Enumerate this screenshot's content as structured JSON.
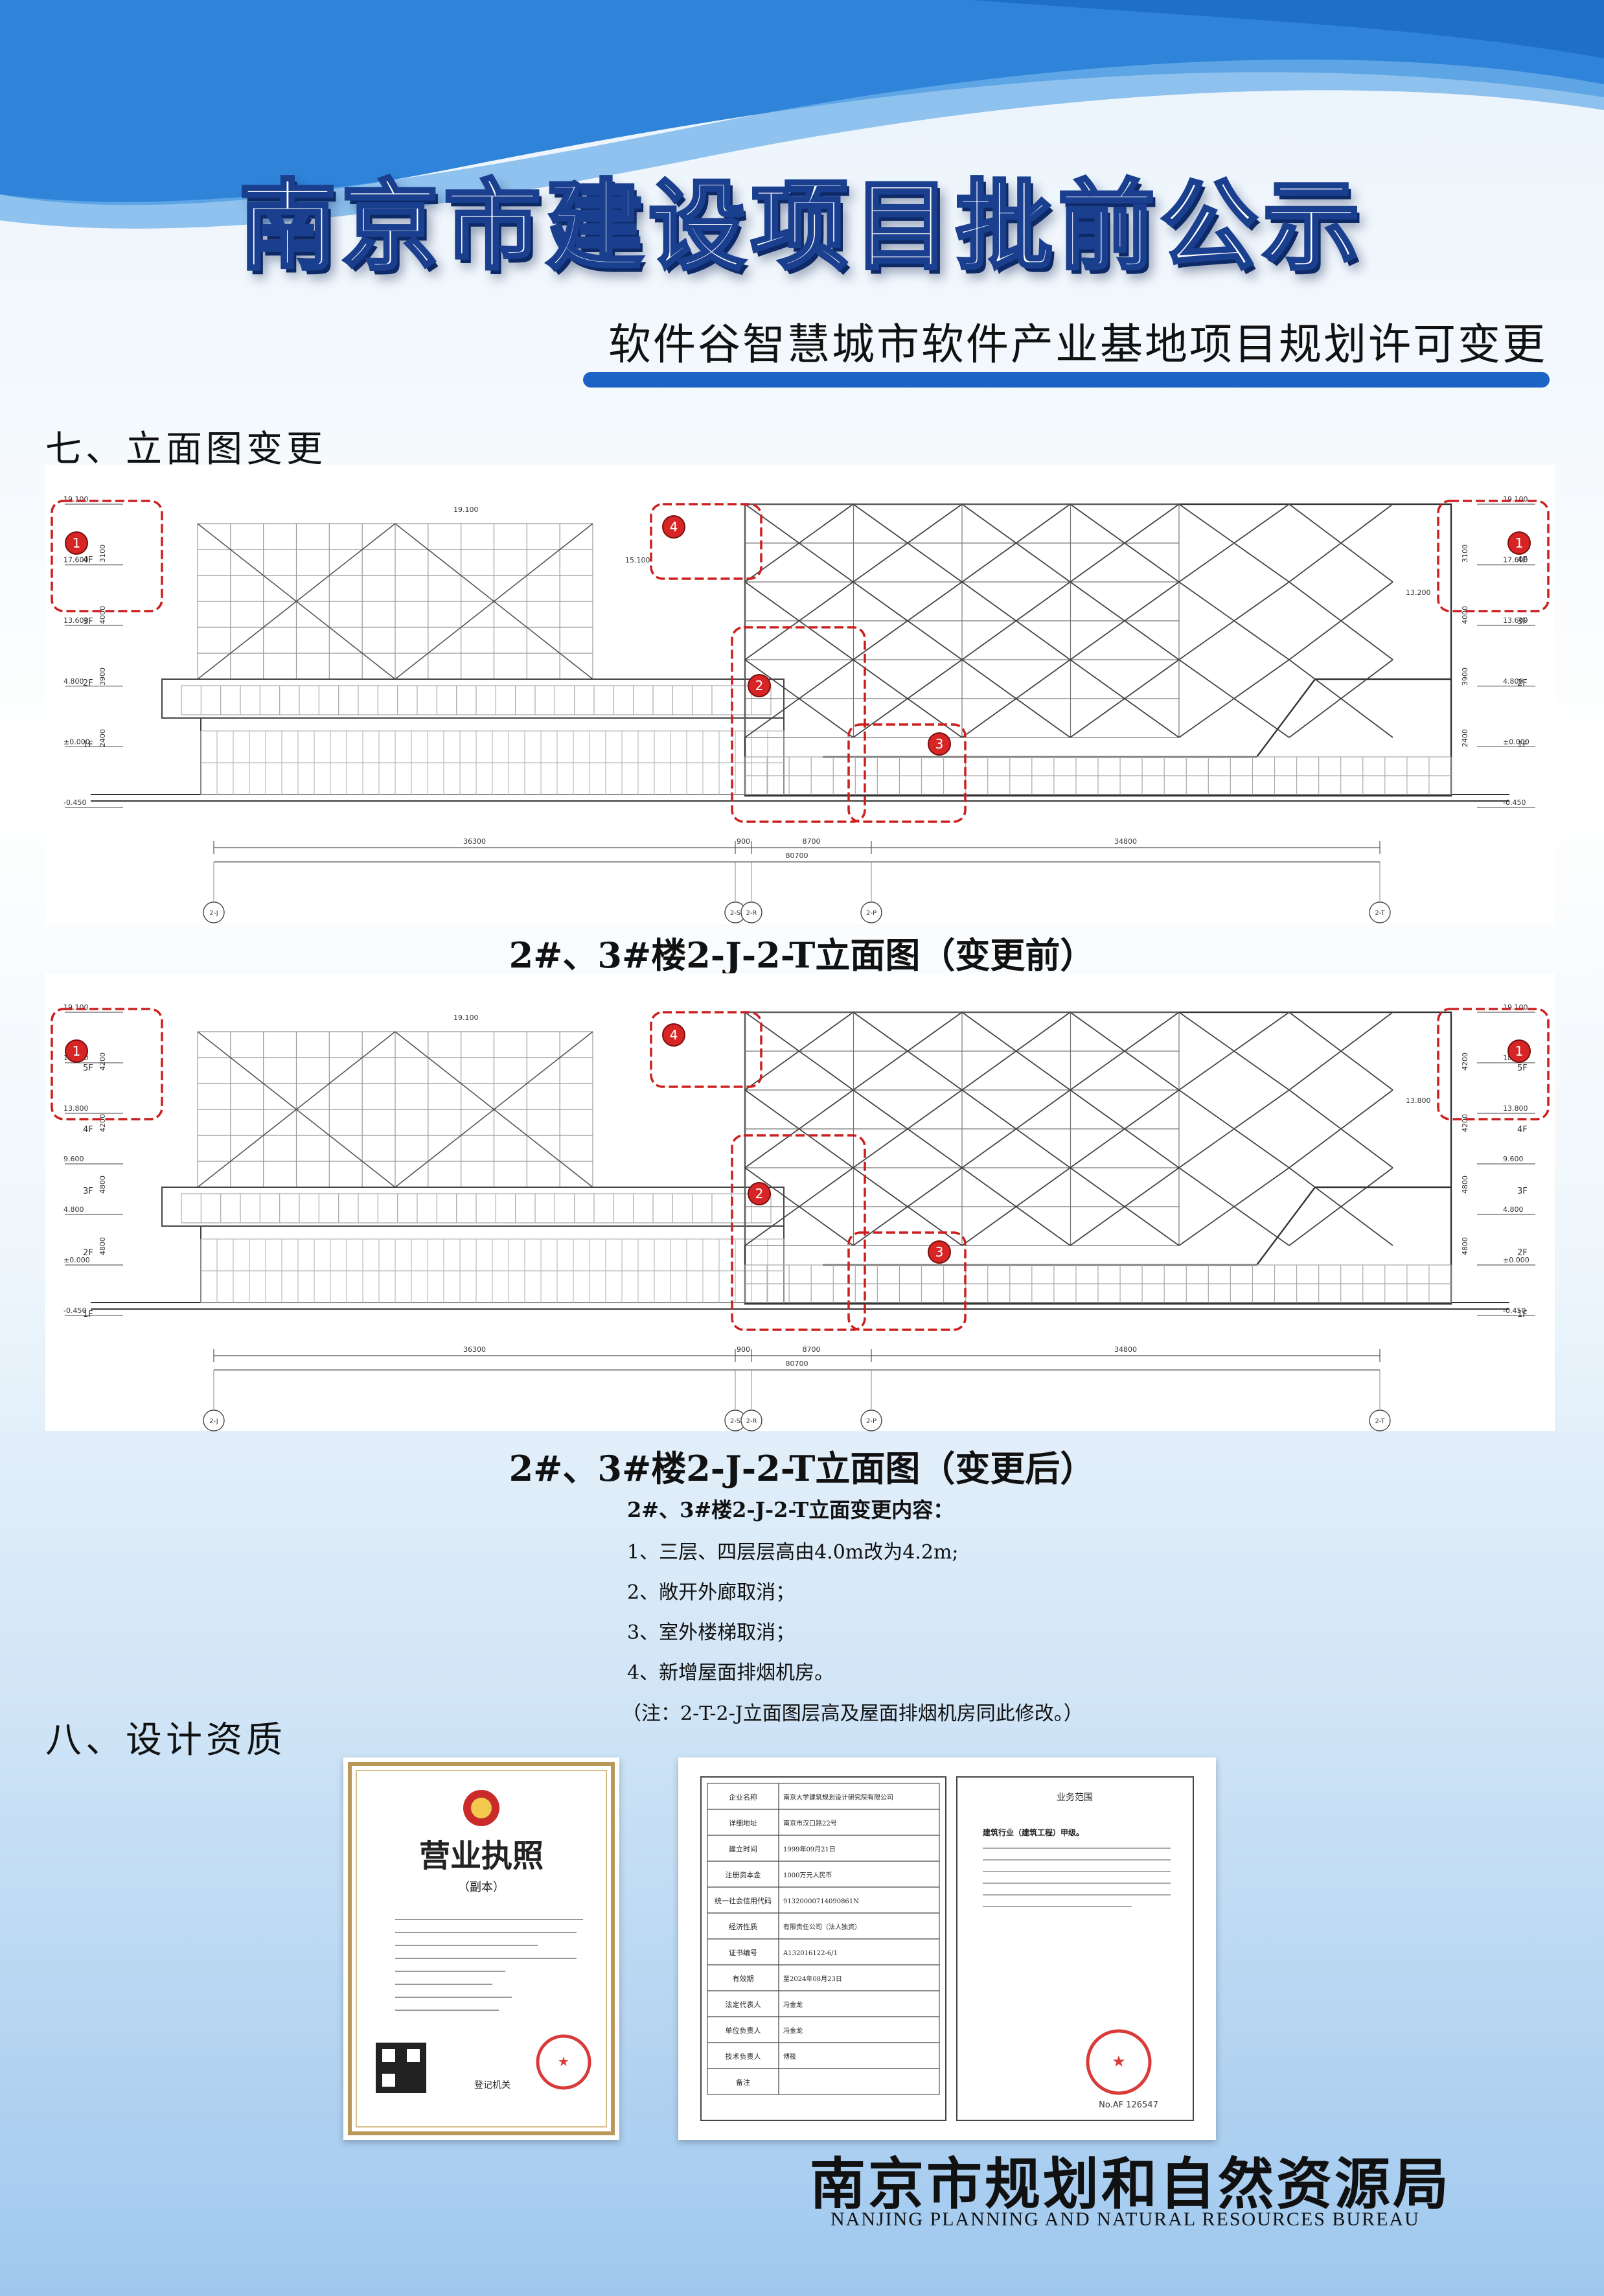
{
  "header": {
    "title": "南京市建设项目批前公示",
    "subtitle": "软件谷智慧城市软件产业基地项目规划许可变更"
  },
  "section7": {
    "heading": "七、立面图变更",
    "drawings": [
      {
        "caption": "2#、3#楼2-J-2-T立面图（变更前）",
        "elev_labels": [
          "19.100",
          "17.600",
          "13.600",
          "4.800",
          "±0.000",
          "-0.450"
        ],
        "floor_labels": [
          "4F",
          "3F",
          "2F",
          "1F"
        ],
        "height_labels": [
          "3100",
          "4000",
          "3900",
          "2400"
        ],
        "roof_label": "19.100",
        "mid_label": "15.100",
        "right_label": "13.200",
        "dims_top": [
          "36300",
          "900",
          "8700",
          "34800"
        ],
        "dim_total": "80700",
        "axes": [
          "2-J",
          "2-S",
          "2-R",
          "2-P",
          "2-T"
        ],
        "markers": [
          "1",
          "2",
          "3",
          "4",
          "1"
        ]
      },
      {
        "caption": "2#、3#楼2-J-2-T立面图（变更后）",
        "elev_labels": [
          "19.100",
          "18.000",
          "13.800",
          "9.600",
          "4.800",
          "±0.000",
          "-0.450"
        ],
        "floor_labels": [
          "5F",
          "4F",
          "3F",
          "2F",
          "1F"
        ],
        "height_labels": [
          "4200",
          "4200",
          "4800",
          "4800"
        ],
        "roof_label": "19.100",
        "mid_label": "",
        "right_label": "13.800",
        "dims_top": [
          "36300",
          "900",
          "8700",
          "34800"
        ],
        "dim_total": "80700",
        "axes": [
          "2-J",
          "2-S",
          "2-R",
          "2-P",
          "2-T"
        ],
        "markers": [
          "1",
          "2",
          "3",
          "4",
          "1"
        ]
      }
    ]
  },
  "changes": {
    "title": "2#、3#楼2-J-2-T立面变更内容：",
    "items": [
      "1、三层、四层层高由4.0m改为4.2m;",
      "2、敞开外廊取消；",
      "3、室外楼梯取消；",
      "4、新增屋面排烟机房。"
    ],
    "note": "（注：2-T-2-J立面图层高及屋面排烟机房同此修改。）"
  },
  "section8": {
    "heading": "八、设计资质",
    "license": {
      "title": "营业执照",
      "copy_label": "（副本）",
      "footer_label": "登记机关"
    },
    "qualification": {
      "rows": [
        {
          "label": "企业名称",
          "value": "南京大学建筑规划设计研究院有限公司"
        },
        {
          "label": "详细地址",
          "value": "南京市汉口路22号"
        },
        {
          "label": "建立时间",
          "value": "1999年09月21日"
        },
        {
          "label": "注册资本金",
          "value": "1000万元人民币"
        },
        {
          "label": "统一社会信用代码",
          "value": "91320000714090861N"
        },
        {
          "label": "经济性质",
          "value": "有限责任公司（法人独资）"
        },
        {
          "label": "证书编号",
          "value": "A132016122-6/1"
        },
        {
          "label": "有效期",
          "value": "至2024年08月23日"
        },
        {
          "label": "法定代表人",
          "value": "冯金龙"
        },
        {
          "label": "单位负责人",
          "value": "冯金龙"
        },
        {
          "label": "技术负责人",
          "value": "傅筱"
        },
        {
          "label": "备注",
          "value": ""
        }
      ],
      "right_title": "业务范围",
      "scope_head": "建筑行业（建筑工程）甲级。",
      "cert_no": "No.AF 126547"
    }
  },
  "footer": {
    "agency": "南京市规划和自然资源局",
    "agency_en": "NANJING PLANNING AND NATURAL RESOURCES BUREAU"
  }
}
